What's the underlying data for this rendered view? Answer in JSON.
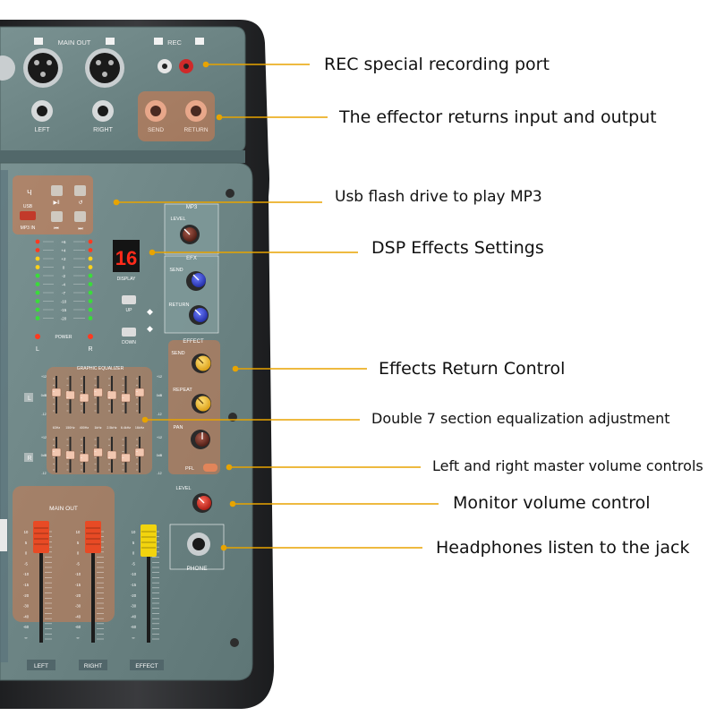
{
  "panel": {
    "main_out": "MAIN OUT",
    "rec": "REC",
    "jack_left": "LEFT",
    "jack_right": "RIGHT",
    "send": "SEND",
    "return": "RETURN",
    "usb": "USB",
    "mp3_in": "MP3 IN",
    "display_value": "16",
    "display_label": "DISPLAY",
    "up": "UP",
    "down": "DOWN",
    "power": "POWER",
    "meter_left": "L",
    "meter_right": "R",
    "meter_scale": [
      "+6",
      "+4",
      "+2",
      "0",
      "-2",
      "-4",
      "-7",
      "-10",
      "-15",
      "-20"
    ],
    "eq_title": "GRAPHIC EQUALIZER",
    "eq_left": "L",
    "eq_right": "R",
    "eq_scale": [
      "+12",
      "0dB",
      "-12"
    ],
    "eq_freqs": [
      "63Hz",
      "150Hz",
      "400Hz",
      "1kHz",
      "2.5kHz",
      "6.4kHz",
      "16kHz"
    ],
    "mp3": "MP3",
    "level": "LEVEL",
    "efx": "EFX",
    "efx_send": "SEND",
    "efx_return": "RETURN",
    "effect": "EFFECT",
    "effect_send": "SEND",
    "repeat": "REPEAT",
    "pan": "PAN",
    "pfl": "PFL",
    "mon_level": "LEVEL",
    "phone": "PHONE",
    "main_out_fader": "MAIN OUT",
    "fader_left": "LEFT",
    "fader_right": "RIGHT",
    "fader_effect": "EFFECT",
    "fader_scale": [
      "10",
      "5",
      "0",
      "-5",
      "-10",
      "-15",
      "-20",
      "-30",
      "-40",
      "-60",
      "∞"
    ]
  },
  "callouts": [
    "REC special recording port",
    "The effector returns input and output",
    "Usb flash drive to play MP3",
    "DSP Effects Settings",
    "Effects Return Control",
    "Double 7 section equalization adjustment",
    "Left and right master volume controls",
    "Monitor volume control",
    "Headphones listen to the jack"
  ],
  "colors": {
    "panel": "#6c8484",
    "case": "#2a2b2d",
    "highlight": "#d87a4a",
    "callout_line": "#e8a400",
    "fader_red": "#e84a25",
    "fader_yellow": "#f2d40e",
    "display_red": "#ff2a1a"
  }
}
